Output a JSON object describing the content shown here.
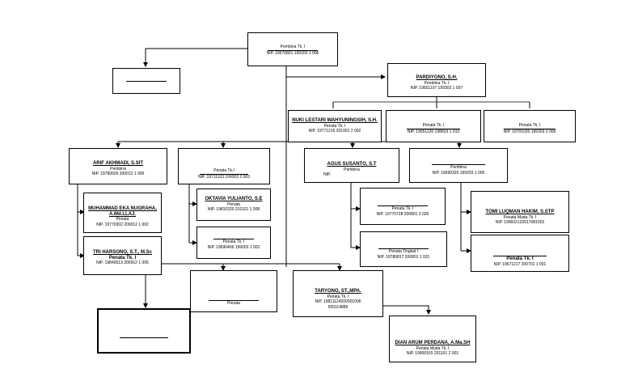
{
  "top": {
    "rank": "Pembina Tk. I",
    "nip": "NIP. 19670801 199203 1 006"
  },
  "left_blank": {},
  "pardiyono": {
    "name": "PARDIYONO, S.H.",
    "rank": "Pembina Tk. I",
    "nip": "NIP. 19651107 199303 1 007"
  },
  "nuki": {
    "name": "NUKI LESTARI WAHYUNINGSIH, S.H.",
    "rank": "Penata Tk. I",
    "nip": "NIP. 19771216 201001 2 002"
  },
  "mid_right": {
    "rank": "Penata Tk. I",
    "nip": "NIP. 19651126 198603 1 010"
  },
  "far_right": {
    "rank": "Penata Tk. I",
    "nip": "NIP. 19701030 199303 2 006"
  },
  "arif": {
    "name": "ARIF AKHMADI, S.SIT",
    "rank": "Pembina",
    "nip": "NIP. 19780605 200012 1 005"
  },
  "penata_tk1_b": {
    "rank": "Penata Tk.I",
    "nip": "NIP. 19711103 199303 2 003"
  },
  "agus": {
    "name": "AGUS SUSANTO, S.T",
    "rank": "Pembina",
    "nip": "NIP."
  },
  "pembina_b": {
    "rank": "Pembina",
    "nip": "NIP. 19690326 199203 1 006"
  },
  "muhammad": {
    "name_line1": "MUHAMMAD EKA NUGRAHA,",
    "name_line2": "A.Md.LLAJ.",
    "rank": "Penata",
    "nip": "NIP. 19770302 200012 1 002"
  },
  "oktavia": {
    "name": "OKTAVIA YULIANTO, S.E",
    "rank": "Penata",
    "nip": "NIP. 19810320 201101 1 008"
  },
  "penata_tk1_c": {
    "rank": "Penata Tk. I",
    "nip": "NIP. 19690406 199003 1 002"
  },
  "tri": {
    "name": "TRI HARSONO, S.T., M.Sc",
    "rank": "Penata Tk. I",
    "nip": "NIP. 19840513 200912 1 005"
  },
  "penata_tk1_d": {
    "rank": "Penata Tk. I",
    "nip": "NIP. 19770728 200801 2 026"
  },
  "penata_tingkat1": {
    "rank": "Penata Tingkat I",
    "nip": "NIP. 19780817 200801 1 031"
  },
  "tomi": {
    "name": "TOMI LUQMAN HAKIM, S.STP",
    "rank": "Penata Muda Tk. I",
    "nip": "NIP. 199602132017081002"
  },
  "penata_tk1_e": {
    "rank": "Penata Tk. I",
    "nip": "NIP. 19671217 200701 1 001"
  },
  "penata_box": {
    "rank": "Penata"
  },
  "taryono": {
    "name": "TARYONO, ST.,MPA.",
    "rank": "Penata Tk. I",
    "nip": "NIP. 19811124200501006",
    "nip2": "500114889"
  },
  "dian": {
    "name": "DIAN ARUM PERDANA, A.Ma.SH",
    "rank": "Penata Muda Tk. I",
    "nip": "NIP. 19900915 201101 2 001"
  },
  "colors": {
    "line": "#000000",
    "connector": "#777777",
    "background": "#ffffff"
  }
}
